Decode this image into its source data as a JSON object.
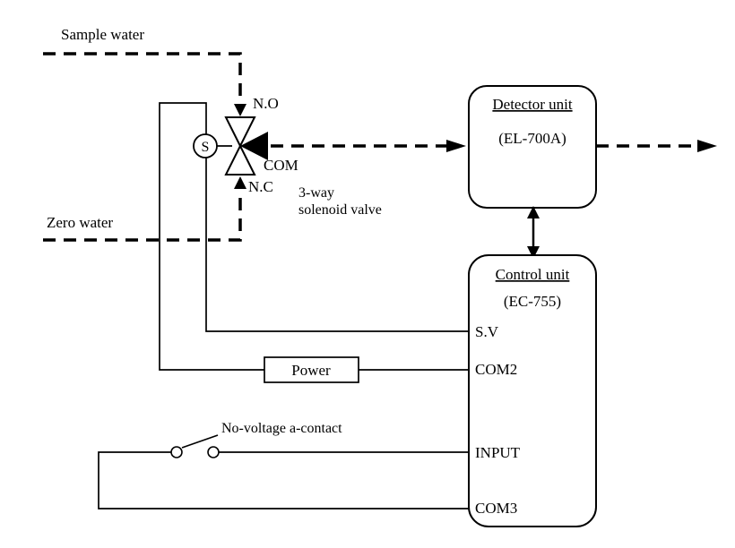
{
  "labels": {
    "sample_water": "Sample water",
    "zero_water": "Zero water",
    "no_port": "N.O",
    "com_port": "COM",
    "nc_port": "N.C",
    "valve_name_line1": "3-way",
    "valve_name_line2": "solenoid valve",
    "solenoid_symbol": "S",
    "detector_title": "Detector unit",
    "detector_model": "(EL-700A)",
    "control_title": "Control unit",
    "control_model": "(EC-755)",
    "terminal_sv": "S.V",
    "terminal_com2": "COM2",
    "terminal_input": "INPUT",
    "terminal_com3": "COM3",
    "power": "Power",
    "contact_label": "No-voltage a-contact"
  },
  "colors": {
    "line": "#000000",
    "background": "#ffffff"
  }
}
